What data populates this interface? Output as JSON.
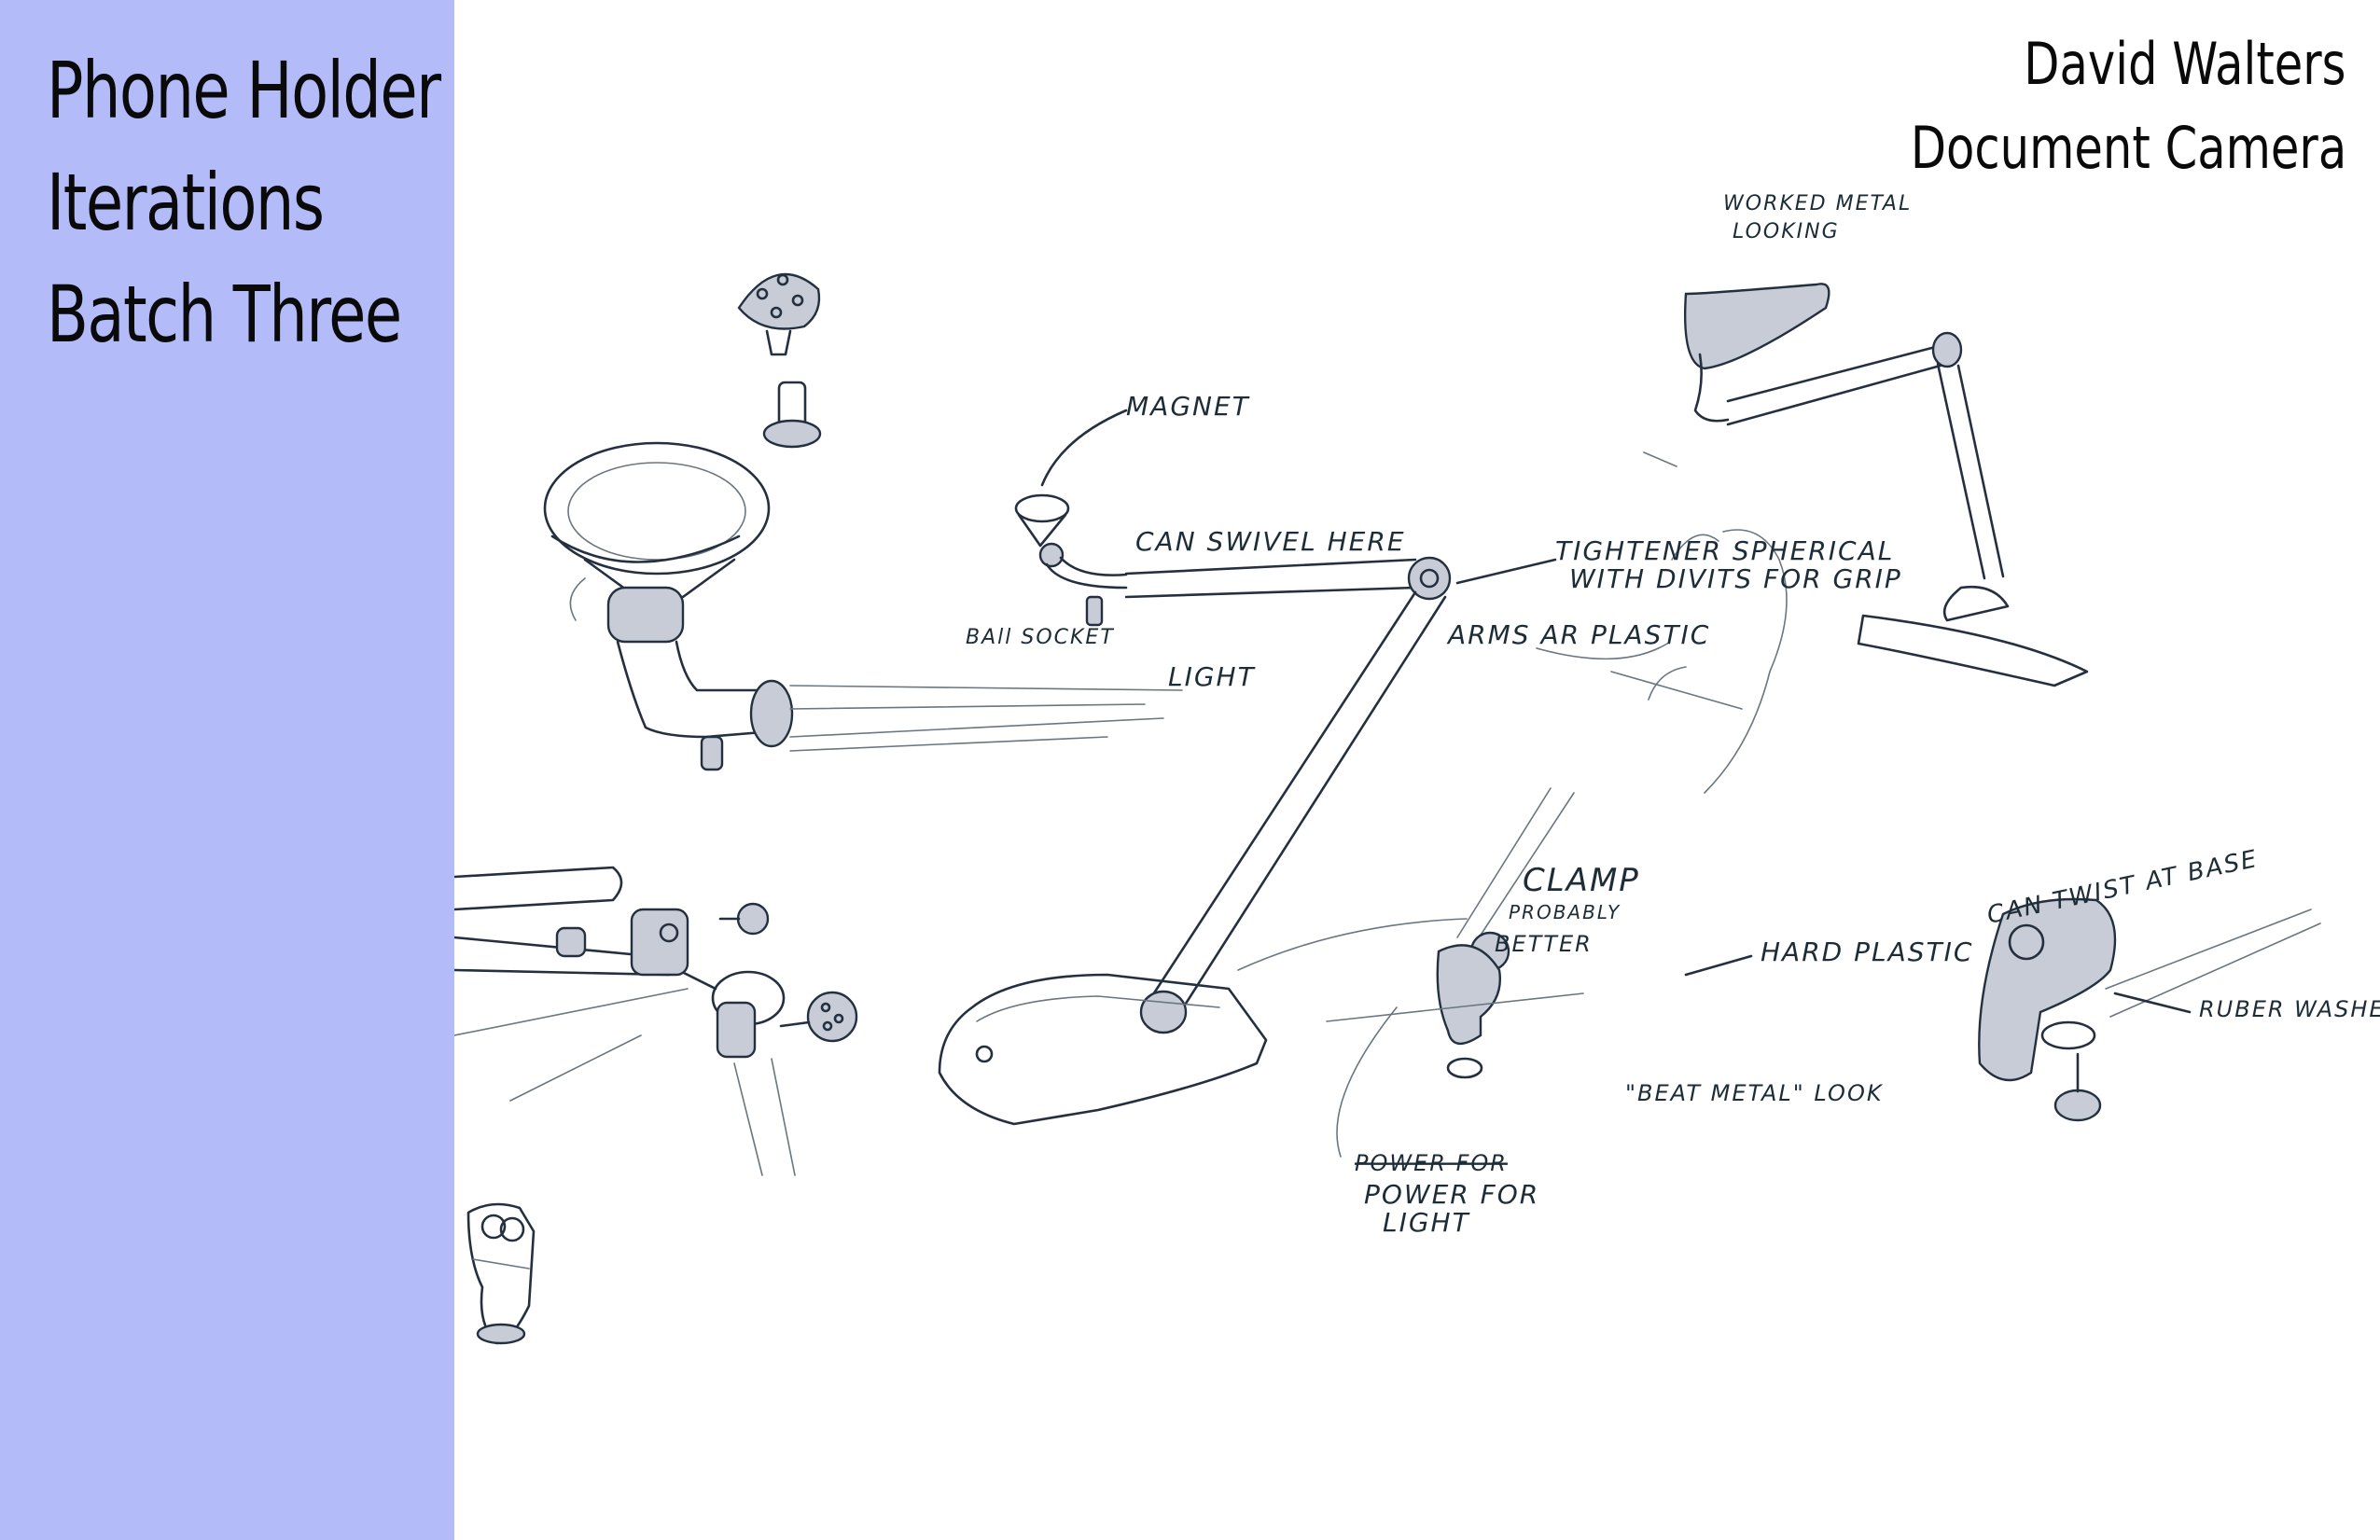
{
  "sidebar": {
    "title_lines": [
      "Phone Holder",
      "Iterations",
      "Batch Three"
    ],
    "background_color": "#b3bbf9"
  },
  "header": {
    "author": "David Walters",
    "project": "Document Camera"
  },
  "annotations": {
    "magnet": "MAGNET",
    "can_swivel": "CAN SWIVEL HERE",
    "ball_socket": "BAll SOCKET",
    "light": "LIGHT",
    "tightener": "TIGHTENER SPHERICAL",
    "tightener_2": "WITH DIVITS FOR GRIP",
    "arms": "ARMS AR PLASTIC",
    "worked_metal": "WORKED METAL",
    "worked_metal_2": "LOOKING",
    "clamp": "CLAMP",
    "probably": "PROBABLY",
    "better": "BETTER",
    "hard_plastic": "HARD PLASTIC",
    "beat_metal": "\"BEAT METAL\" LOOK",
    "power_struck": "POWER FOR",
    "power": "POWER FOR",
    "power_2": "LIGHT",
    "can_twist": "CAN TWIST AT BASE",
    "ruber_washer": "RUBER WASHER"
  }
}
